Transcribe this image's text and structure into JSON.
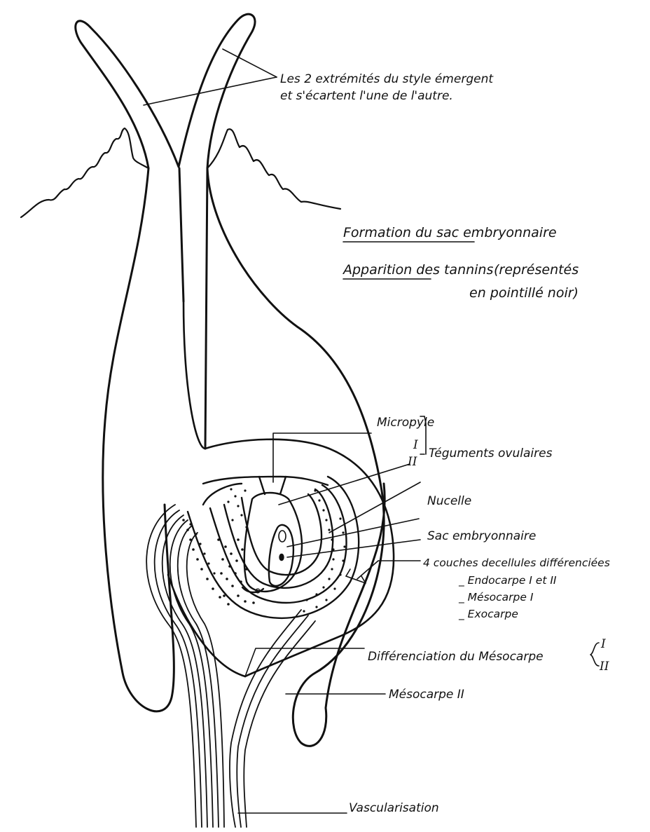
{
  "labels": {
    "style_tips": {
      "line1": "Les 2 extrémités du style émergent",
      "line2": "et s'écartent l'une de l'autre."
    },
    "heading1": "Formation du sac embryonnaire",
    "heading2": "Apparition des tannins",
    "heading2_paren1": "(représentés",
    "heading2_paren2": "en pointillé noir)",
    "micropyle": "Micropyle",
    "integument_I": "I",
    "integument_II": "II",
    "teguments": "Téguments ovulaires",
    "nucelle": "Nucelle",
    "sac": "Sac embryonnaire",
    "layers": "4 couches decellules différenciées",
    "layer_items": [
      "_ Endocarpe I et II",
      "_ Mésocarpe I",
      "_ Exocarpe"
    ],
    "diff_mesocarpe": "Différenciation du Mésocarpe",
    "diff_I": "I",
    "diff_II": "II",
    "mesocarpe2": "Mésocarpe II",
    "vascularisation": "Vascularisation"
  },
  "colors": {
    "ink": "#111111",
    "paper": "#ffffff"
  }
}
